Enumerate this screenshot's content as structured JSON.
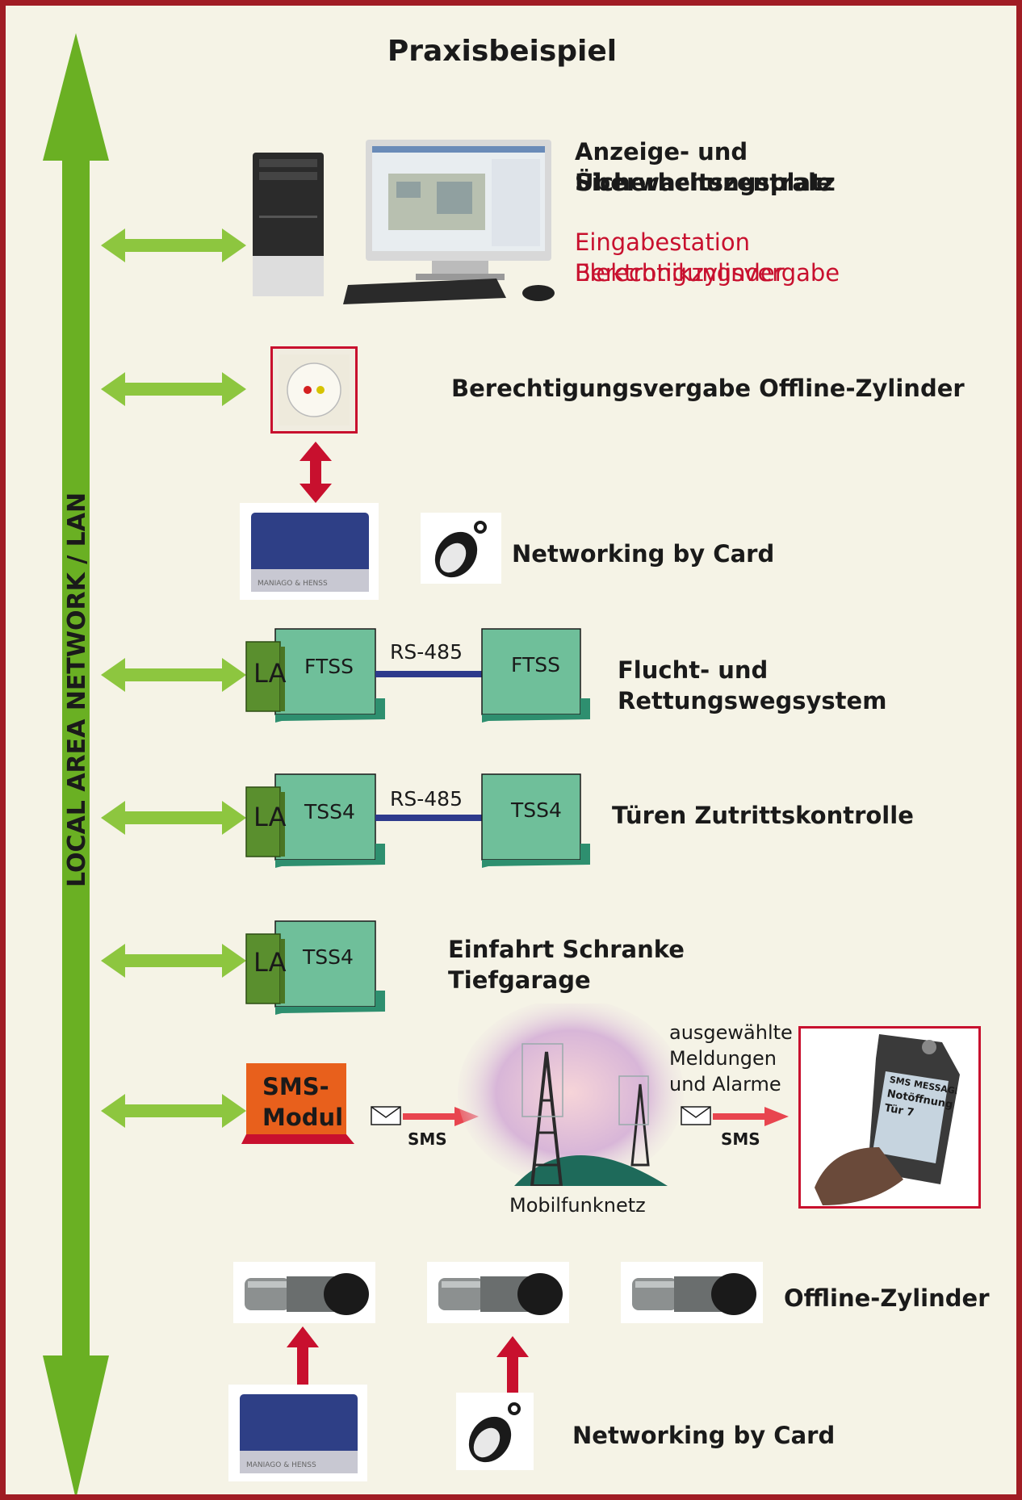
{
  "title": "Praxisbeispiel",
  "lan_label": "LOCAL AREA NETWORK / LAN",
  "workstation": {
    "line1": "Anzeige- und Überwachungsplatz",
    "line2": "Sicherheitszentrale",
    "red1": "Eingabestation Berechtigungsvergabe",
    "red2": "Elektronikzylinder"
  },
  "offline_station": {
    "label": "Berechtigungsvergabe Offline-Zylinder"
  },
  "card_top": {
    "label": "Networking by Card",
    "card_text": "MANIAGO & HENSS"
  },
  "ftss": {
    "la": "LA",
    "node1": "FTSS",
    "node2": "FTSS",
    "bus": "RS-485",
    "label": "Flucht- und Rettungswegsystem"
  },
  "tss": {
    "la": "LA",
    "node1": "TSS4",
    "node2": "TSS4",
    "bus": "RS-485",
    "label": "Türen Zutrittskontrolle"
  },
  "barrier": {
    "la": "LA",
    "node": "TSS4",
    "line1": "Einfahrt Schranke",
    "line2": "Tiefgarage"
  },
  "sms": {
    "module_line1": "SMS-",
    "module_line2": "Modul",
    "tag1": "SMS",
    "tag2": "SMS",
    "network": "Mobilfunknetz",
    "note1": "ausgewählte",
    "note2": "Meldungen",
    "note3": "und Alarme",
    "phone_l1": "SMS MESSAGE",
    "phone_l2": "Notöffnung",
    "phone_l3": "Tür 7"
  },
  "cylinders": {
    "label": "Offline-Zylinder"
  },
  "card_bottom": {
    "label": "Networking by Card",
    "card_text": "MANIAGO & HENSS"
  },
  "colors": {
    "frame": "#a01c24",
    "green_arrow": "#8dc63f",
    "lan_arrow": "#6ab023",
    "node": "#6fbf9a",
    "la": "#5a8f2e",
    "red": "#c8102e",
    "sms_orange": "#e8601c",
    "bus": "#2e3a8c"
  }
}
